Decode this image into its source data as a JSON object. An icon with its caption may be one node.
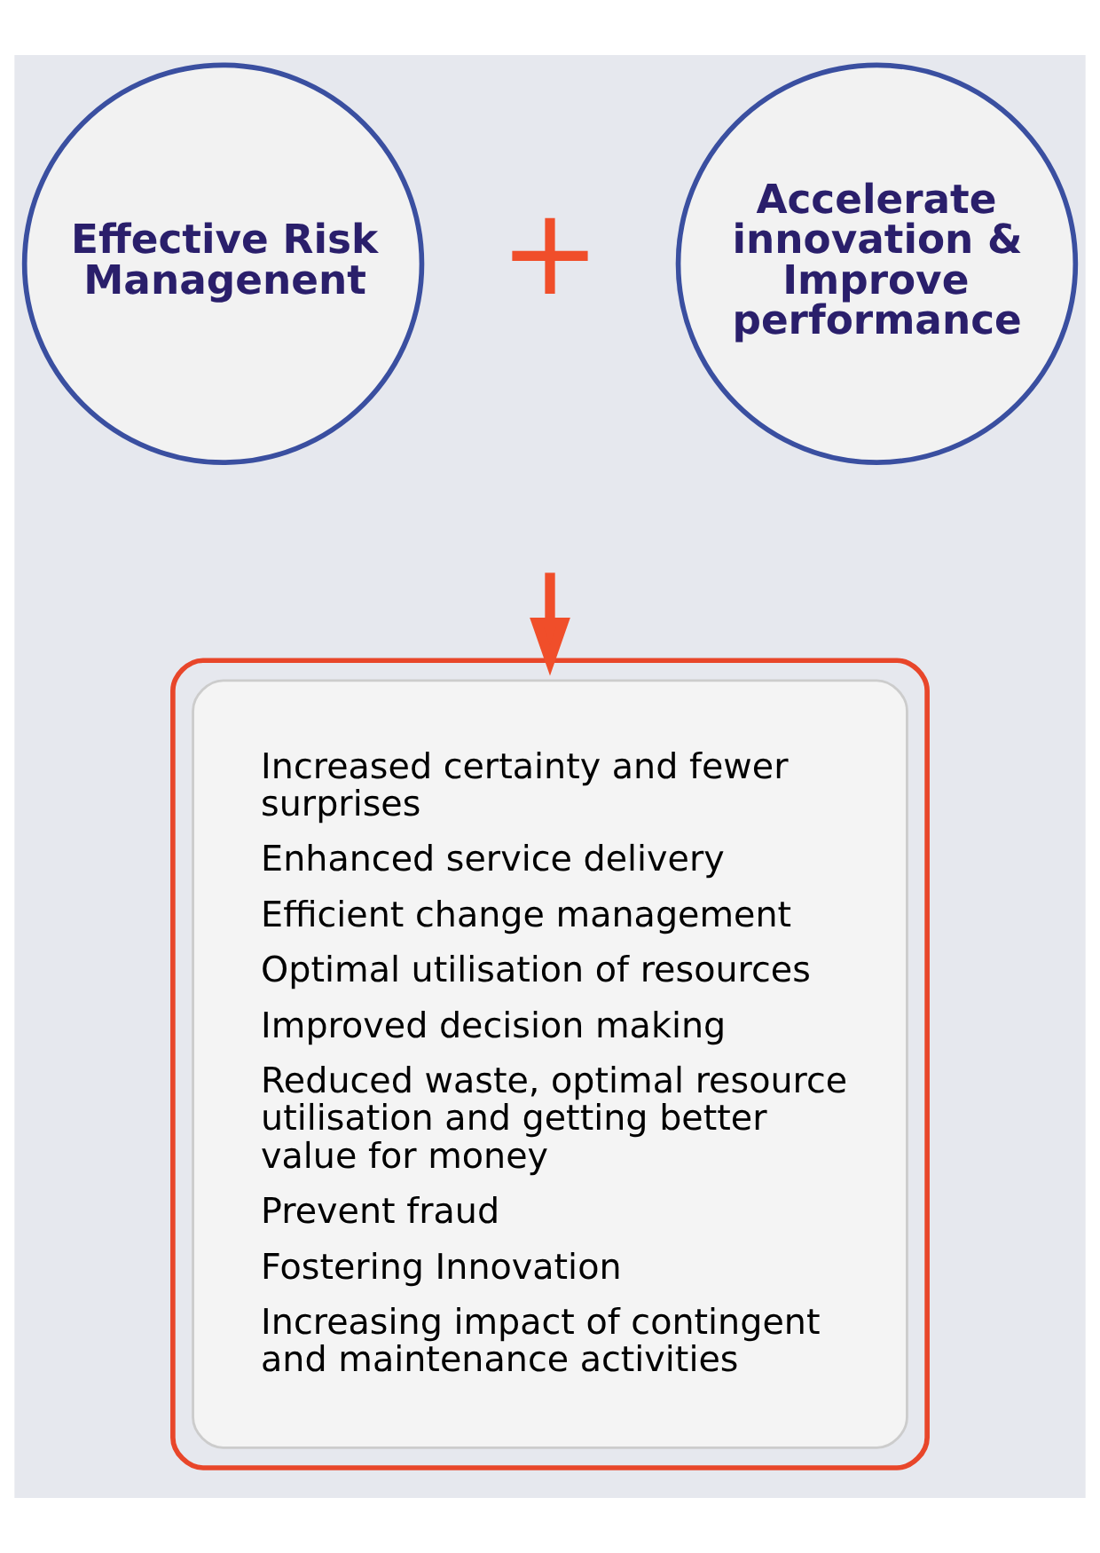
{
  "diagram": {
    "nodes": [
      {
        "text": [
          "Effective Risk Managenent"
        ]
      },
      {
        "text": [
          "Accelerate innovation & Improve performance"
        ]
      },
      {
        "text": [],
        "shape": "box"
      },
      {
        "text": [
          "Increased certainty and fewer surprises",
          "Enhanced service delivery",
          "Efficient change management",
          "Optimal utilisation of resources",
          "Improved decision making",
          "Reduced waste, optimal resource utilisation and getting better value for money",
          "Prevent fraud",
          "Fostering Innovation",
          "Increasing impact of contingent and maintenance activities"
        ],
        "in": 2
      }
    ],
    "edges": [
      {
        "from": null,
        "to": 2,
        "arrow": "to",
        "color": "#f04e2a"
      }
    ],
    "labels": [
      "+"
    ]
  }
}
